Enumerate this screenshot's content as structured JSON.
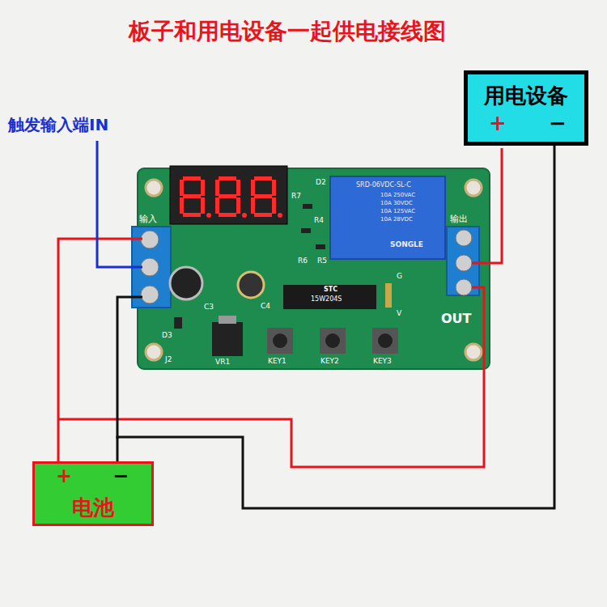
{
  "diagram": {
    "title": "板子和用电设备一起供电接线图",
    "nodes": [
      {
        "text": [
          "用电设备",
          "+",
          "−"
        ]
      },
      {
        "text": [
          "+",
          "−",
          "电池"
        ]
      }
    ],
    "edges": [
      {
        "from": 1,
        "to": 0,
        "arrow": "none"
      }
    ],
    "labels": [
      "触发输入端IN",
      "输入",
      "输出",
      "OUT",
      "KEY1",
      "KEY2",
      "KEY3",
      "VR1",
      "J2",
      "D3",
      "C3",
      "C4",
      "R7",
      "D2",
      "R4",
      "R6",
      "R5",
      "G",
      "V",
      "SRD-06VDC-SL-C",
      "10A 250VAC",
      "10A 30VDC",
      "10A 125VAC",
      "10A 28VDC",
      "SONGLE",
      "STC",
      "15W204S"
    ]
  }
}
